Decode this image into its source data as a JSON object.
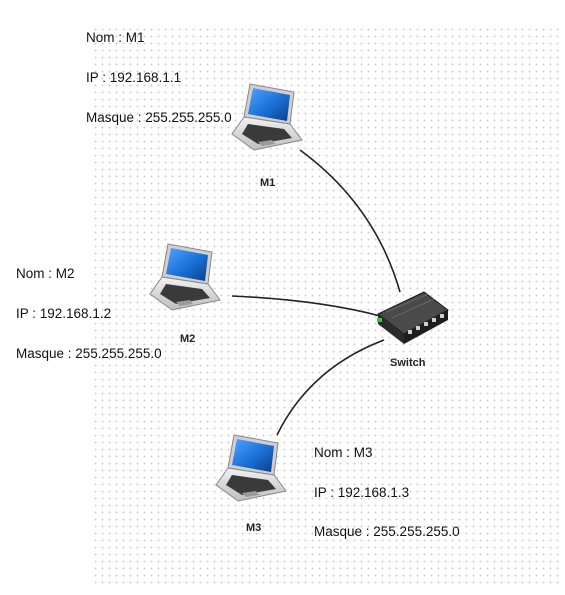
{
  "machines": [
    {
      "name_label": "Nom : M1",
      "ip_label": "IP : 192.168.1.1",
      "mask_label": "Masque : 255.255.255.0",
      "device_label": "M1"
    },
    {
      "name_label": "Nom : M2",
      "ip_label": "IP : 192.168.1.2",
      "mask_label": "Masque : 255.255.255.0",
      "device_label": "M2"
    },
    {
      "name_label": "Nom : M3",
      "ip_label": "IP : 192.168.1.3",
      "mask_label": "Masque : 255.255.255.0",
      "device_label": "M3"
    }
  ],
  "switch": {
    "label": "Switch"
  },
  "icons": {
    "laptop": "laptop-icon",
    "switch": "network-switch-icon"
  },
  "colors": {
    "link": "#222222",
    "screen": "#1a6fd6",
    "switch_body": "#2b2b2b",
    "port_led": "#2ecc40"
  }
}
